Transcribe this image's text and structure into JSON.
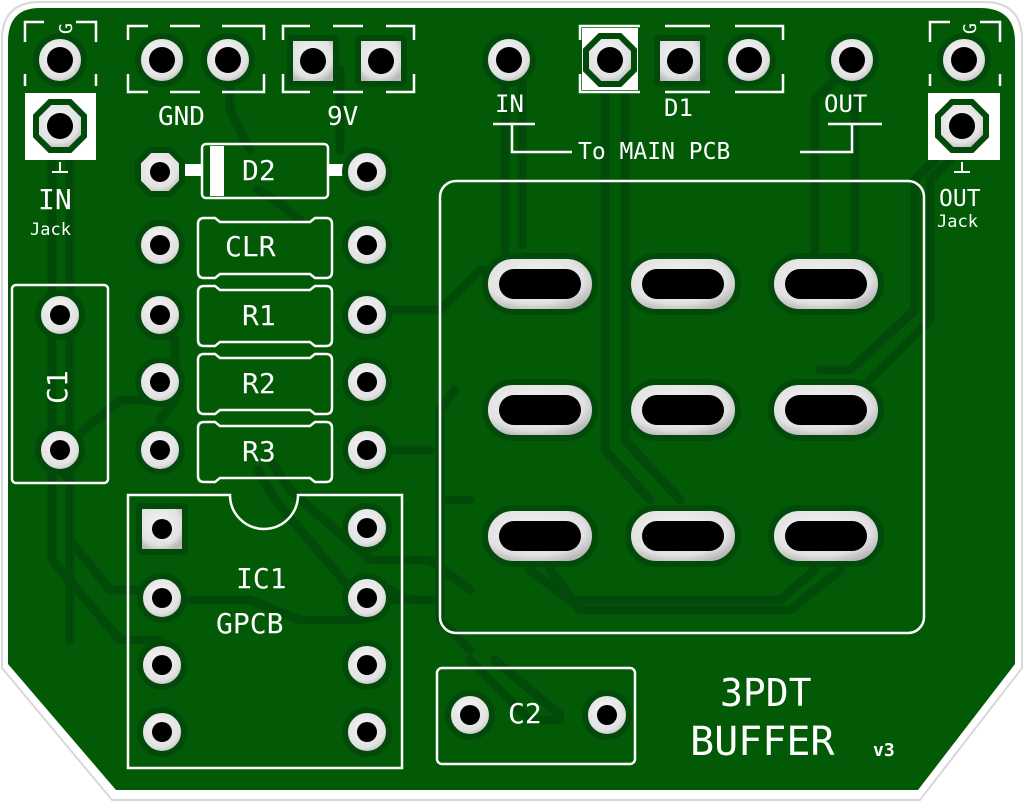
{
  "board": {
    "title": "3PDT",
    "subtitle": "BUFFER",
    "version": "v3",
    "colors": {
      "mask": "#025a07",
      "mask_dark": "#024a0a",
      "silkscreen": "#ffffff",
      "pad": "#e6e6e6",
      "drill": "#000000",
      "outline": "#dcdcdc"
    }
  },
  "connectors": {
    "in_jack": {
      "label": "IN",
      "sublabel": "Jack",
      "pin_g": "G",
      "pin_t": "T"
    },
    "out_jack": {
      "label": "OUT",
      "sublabel": "Jack",
      "pin_g": "G",
      "pin_t": "T"
    },
    "gnd": {
      "label": "GND"
    },
    "power": {
      "label": "9V"
    },
    "main_in": {
      "label": "IN"
    },
    "main_out": {
      "label": "OUT"
    },
    "led": {
      "label": "D1"
    },
    "to_main": {
      "label": "To MAIN PCB"
    }
  },
  "components": {
    "d2": "D2",
    "clr": "CLR",
    "r1": "R1",
    "r2": "R2",
    "r3": "R3",
    "c1": "C1",
    "c2": "C2",
    "ic1_ref": "IC1",
    "ic1_val": "GPCB"
  },
  "footswitch": {
    "type": "3PDT",
    "rows": 3,
    "cols": 3
  }
}
